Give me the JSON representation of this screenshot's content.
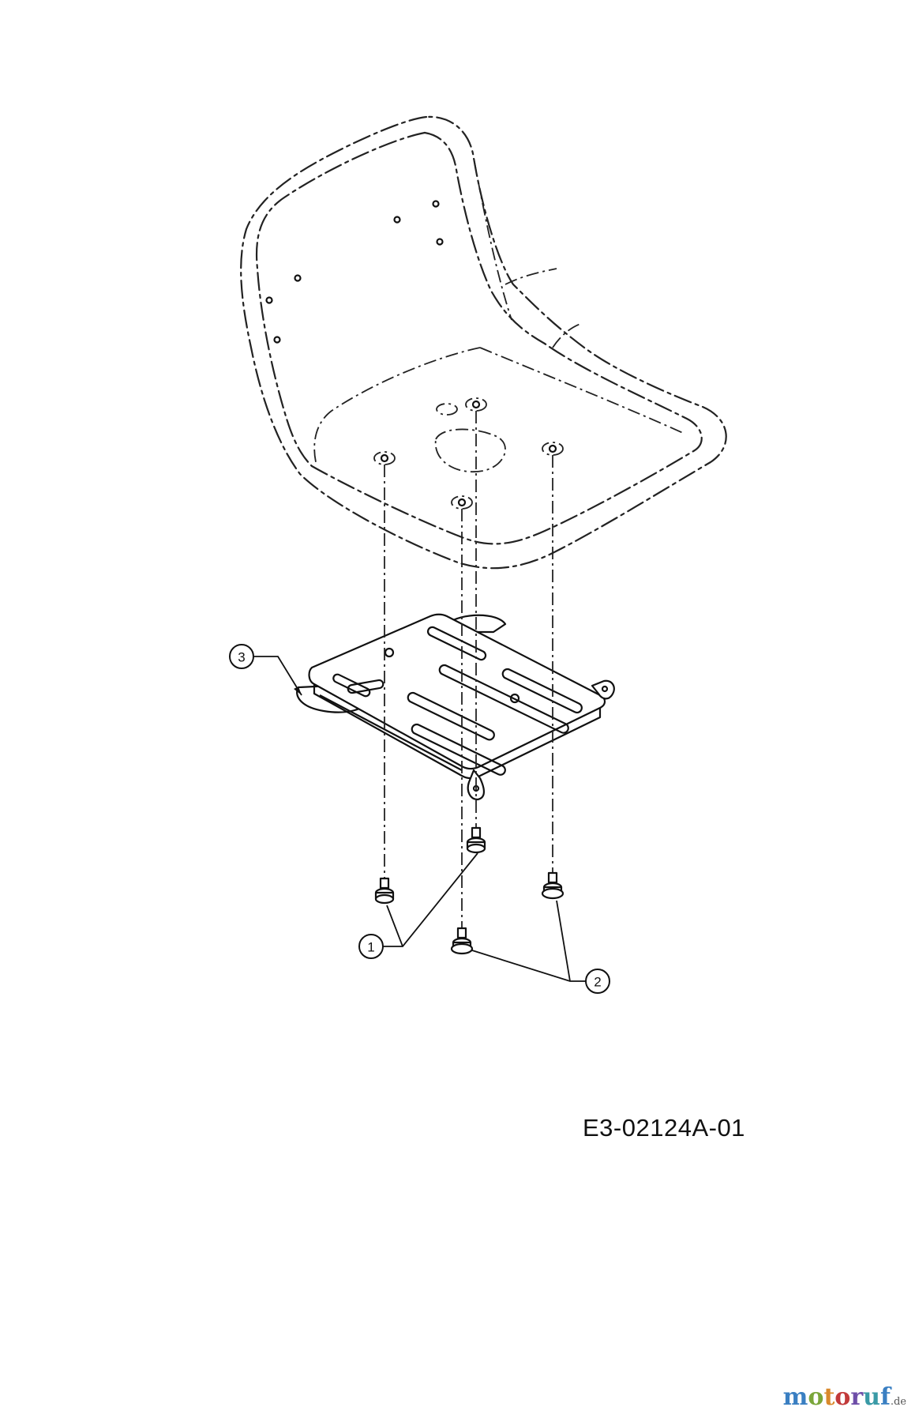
{
  "drawing_number": "E3-02124A-01",
  "callouts": [
    {
      "number": "1",
      "part": "screw"
    },
    {
      "number": "2",
      "part": "screw"
    },
    {
      "number": "3",
      "part": "seat-plate"
    }
  ],
  "logo": {
    "parts": [
      "m",
      "o",
      "t",
      "o",
      "r",
      "u",
      "f"
    ],
    "suffix": ".de"
  },
  "colors": {
    "line": "#111111",
    "background": "#ffffff"
  }
}
